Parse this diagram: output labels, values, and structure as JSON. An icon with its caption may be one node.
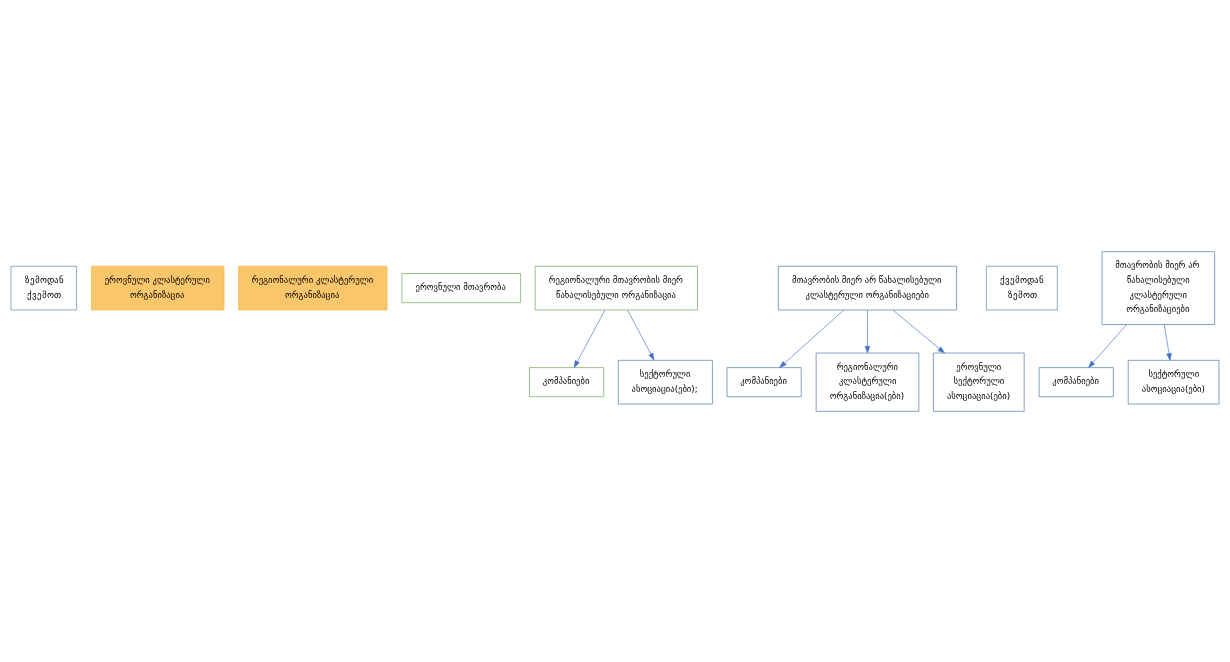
{
  "diagram": {
    "nodes": [
      {
        "text": [
          "ზემოდან ქვემოთ"
        ]
      },
      {
        "text": [
          "ეროვნული კლასტერული ორგანიზაცია"
        ]
      },
      {
        "text": [
          "რეგიონალური კლასტერული ორგანიზაცია"
        ]
      },
      {
        "text": [
          "ეროვნული მთავრობა"
        ]
      },
      {
        "text": [
          "რეგიონალური მთავრობის მიერ წახალისებული ორგანიზაცია"
        ]
      },
      {
        "text": [
          "კომპანიები"
        ]
      },
      {
        "text": [
          "სექტორული ასოციაცია(ები);"
        ]
      },
      {
        "text": [
          "მთავრობის მიერ არ წახალისებული კლასტერული ორგანიზაციები"
        ]
      },
      {
        "text": [
          "ქვემოდან ზემოთ"
        ]
      },
      {
        "text": [
          "კომპანიები"
        ]
      },
      {
        "text": [
          "რეგიონალური კლასტერული ორგანიზაცია(ები)"
        ]
      },
      {
        "text": [
          "ეროვნული სექტორული ასოციაცია(ები)"
        ]
      },
      {
        "text": [
          "მთავრობის მიერ არ წახალისებული კლასტერული ორგანიზაციები"
        ]
      },
      {
        "text": [
          "კომპანიები"
        ]
      },
      {
        "text": [
          "სექტორული ასოციაცია(ები)"
        ]
      }
    ],
    "edges": [
      {
        "from": 4,
        "to": 5,
        "arrow": "to"
      },
      {
        "from": 4,
        "to": 6,
        "arrow": "to"
      },
      {
        "from": 7,
        "to": 9,
        "arrow": "to"
      },
      {
        "from": 7,
        "to": 10,
        "arrow": "to"
      },
      {
        "from": 7,
        "to": 11,
        "arrow": "to"
      },
      {
        "from": 12,
        "to": 13,
        "arrow": "to"
      },
      {
        "from": 12,
        "to": 14,
        "arrow": "to"
      }
    ]
  }
}
